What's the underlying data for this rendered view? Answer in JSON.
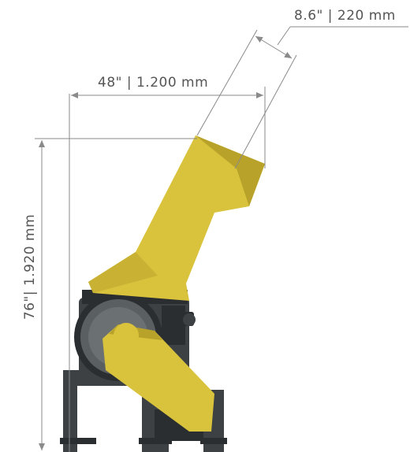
{
  "dimensions": {
    "width_label": "48\" | 1.200 mm",
    "height_label": "76\"| 1.920 mm",
    "throat_label": "8.6\" | 220 mm"
  },
  "colors": {
    "machine_yellow": "#d9c23c",
    "machine_yellow_dark": "#b8a22a",
    "machine_frame": "#3d4144",
    "machine_frame_dark": "#2b2e30",
    "machine_frame_light": "#5a5f62",
    "dimension_line": "#8a8a8a",
    "dimension_text": "#555555"
  }
}
